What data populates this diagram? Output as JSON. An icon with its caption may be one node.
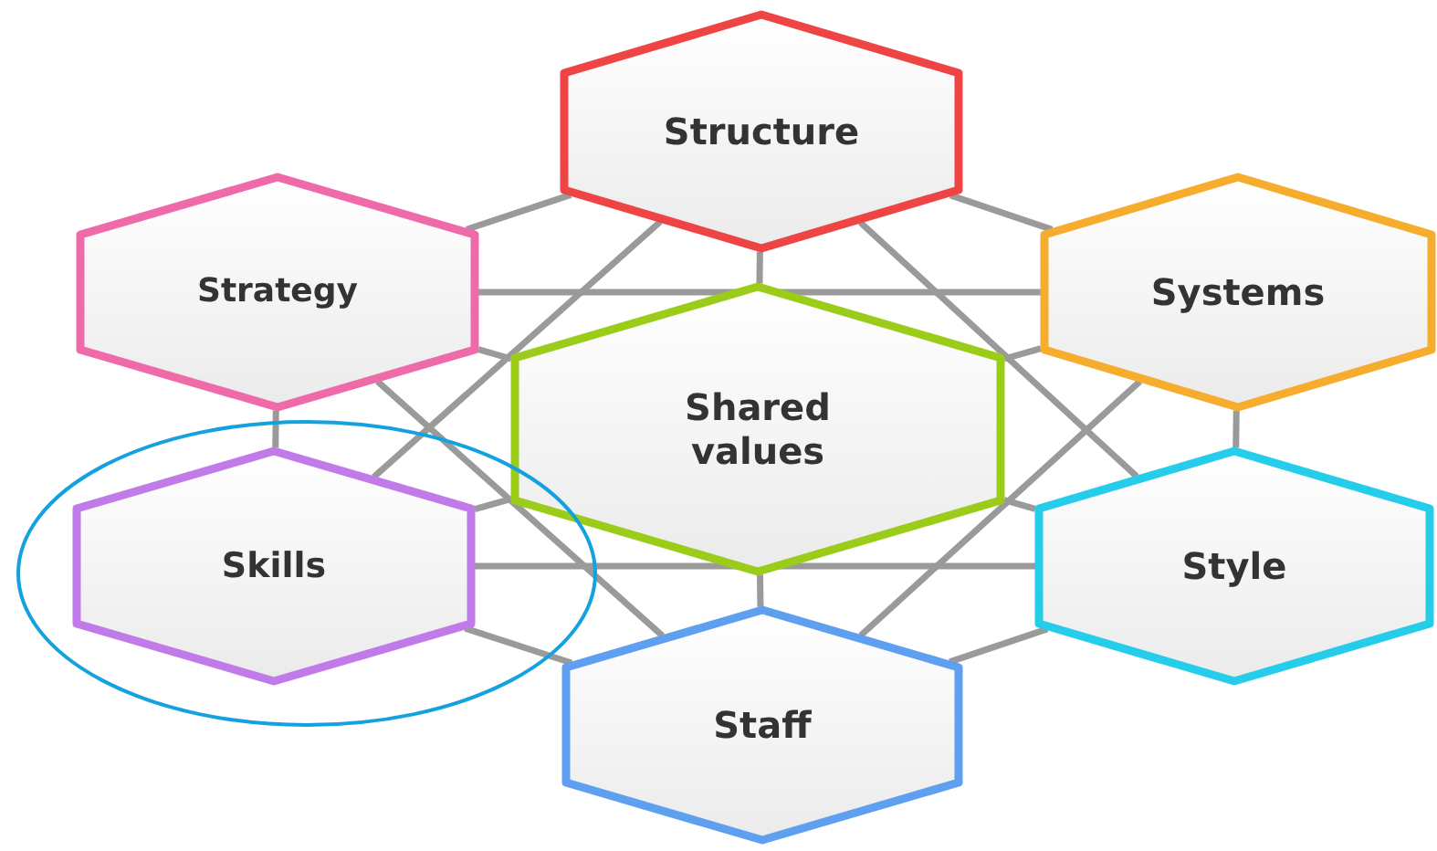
{
  "diagram": {
    "nodes": [
      {
        "text": [
          "Structure"
        ]
      },
      {
        "text": [
          "Strategy"
        ]
      },
      {
        "text": [
          "Systems"
        ]
      },
      {
        "text": [
          "Shared values"
        ]
      },
      {
        "text": [],
        "shape": "circle"
      },
      {
        "text": [
          "Skills"
        ],
        "in": 4
      },
      {
        "text": [
          "Style"
        ]
      },
      {
        "text": [
          "Staff"
        ]
      }
    ],
    "edges": [
      {
        "from": 0,
        "to": 1,
        "arrow": "none"
      },
      {
        "from": 0,
        "to": 2,
        "arrow": "none"
      },
      {
        "from": 1,
        "to": 2,
        "arrow": "none"
      },
      {
        "from": 1,
        "to": 5,
        "arrow": "none"
      },
      {
        "from": 2,
        "to": 6,
        "arrow": "none"
      },
      {
        "from": 5,
        "to": 6,
        "arrow": "none"
      },
      {
        "from": 5,
        "to": 7,
        "arrow": "none"
      },
      {
        "from": 6,
        "to": 7,
        "arrow": "none"
      },
      {
        "from": 0,
        "to": 3,
        "arrow": "none"
      },
      {
        "from": 3,
        "to": 7,
        "arrow": "none"
      },
      {
        "from": 0,
        "to": 5,
        "arrow": "none"
      },
      {
        "from": 0,
        "to": 6,
        "arrow": "none"
      },
      {
        "from": 1,
        "to": 7,
        "arrow": "none"
      },
      {
        "from": 2,
        "to": 7,
        "arrow": "none"
      },
      {
        "from": 1,
        "to": 3,
        "arrow": "none"
      },
      {
        "from": 3,
        "to": 6,
        "arrow": "none"
      },
      {
        "from": 2,
        "to": 3,
        "arrow": "none"
      },
      {
        "from": 3,
        "to": 5,
        "arrow": "none"
      }
    ]
  }
}
